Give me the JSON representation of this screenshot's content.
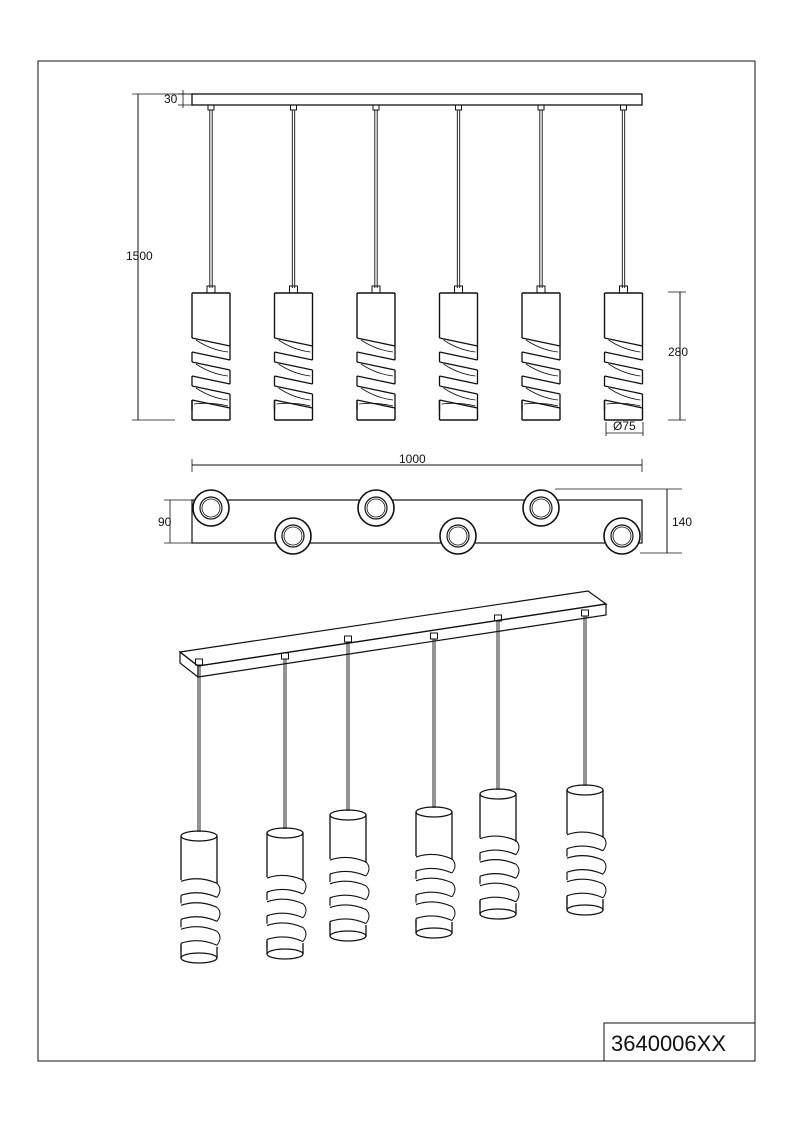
{
  "front_view": {
    "dimensions": {
      "height_total": "1500",
      "canopy_height": "30",
      "shade_height": "280",
      "shade_diameter": "Ø75"
    },
    "pendant_count": 6
  },
  "top_view": {
    "dimensions": {
      "length": "1000",
      "depth_canopy": "90",
      "depth_total": "140"
    }
  },
  "product_code": "3640006XX"
}
